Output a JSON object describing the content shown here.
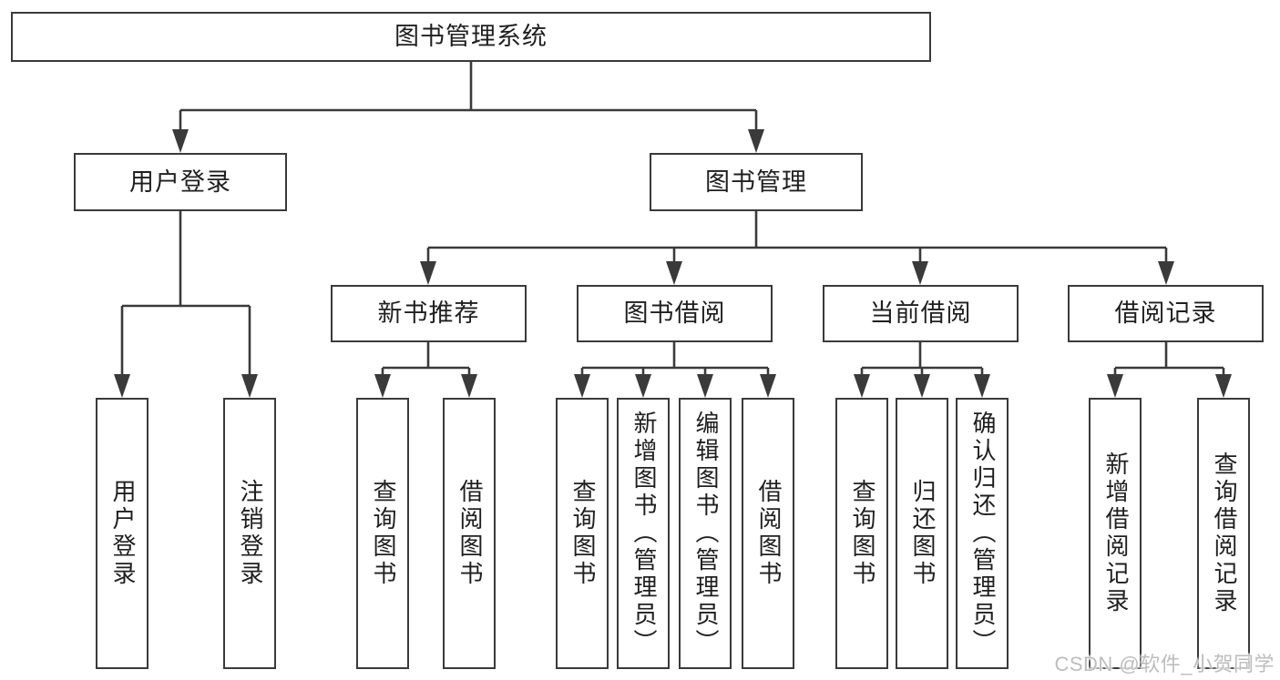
{
  "page": {
    "background": "#ffffff",
    "line_color": "#3a3a3a",
    "box_border_color": "#3a3a3a",
    "text_color": "#1f1f1f"
  },
  "watermark": {
    "text": "CSDN @软件_小贺同学",
    "color": "#bdbdbd"
  },
  "tree": {
    "label": "图书管理系统",
    "children": [
      {
        "label": "用户登录",
        "children": [
          {
            "label": "用户登录"
          },
          {
            "label": "注销登录"
          }
        ]
      },
      {
        "label": "图书管理",
        "children": [
          {
            "label": "新书推荐",
            "children": [
              {
                "label": "查询图书"
              },
              {
                "label": "借阅图书"
              }
            ]
          },
          {
            "label": "图书借阅",
            "children": [
              {
                "label": "查询图书"
              },
              {
                "label": "新增图书（管理员）"
              },
              {
                "label": "编辑图书（管理员）"
              },
              {
                "label": "借阅图书"
              }
            ]
          },
          {
            "label": "当前借阅",
            "children": [
              {
                "label": "查询图书"
              },
              {
                "label": "归还图书"
              },
              {
                "label": "确认归还（管理员）"
              }
            ]
          },
          {
            "label": "借阅记录",
            "children": [
              {
                "label": "新增借阅记录"
              },
              {
                "label": "查询借阅记录"
              }
            ]
          }
        ]
      }
    ]
  }
}
